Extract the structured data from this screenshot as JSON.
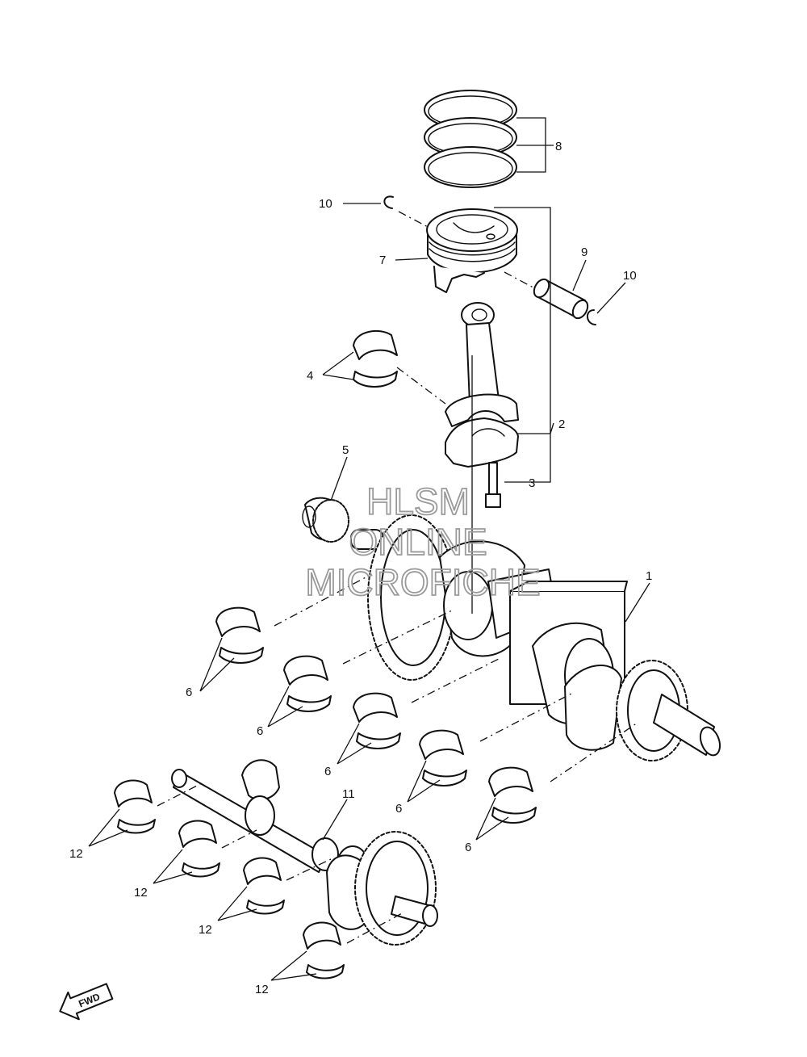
{
  "watermark": {
    "line1": "HLSM",
    "line2": "ONLINE",
    "line3": "MICROFICHE"
  },
  "forward_badge": {
    "label": "FWD"
  },
  "callouts": {
    "crankshaft": "1",
    "connecting_rod": "2",
    "rod_bolt": "3",
    "rod_bearing": "4",
    "gear_5": "5",
    "main_bearing_a": "6",
    "main_bearing_b": "6",
    "main_bearing_c": "6",
    "main_bearing_d": "6",
    "main_bearing_e": "6",
    "piston": "7",
    "piston_rings": "8",
    "piston_pin": "9",
    "clip_left": "10",
    "clip_right": "10",
    "balancer": "11",
    "balancer_bearing_a": "12",
    "balancer_bearing_b": "12",
    "balancer_bearing_c": "12",
    "balancer_bearing_d": "12"
  }
}
